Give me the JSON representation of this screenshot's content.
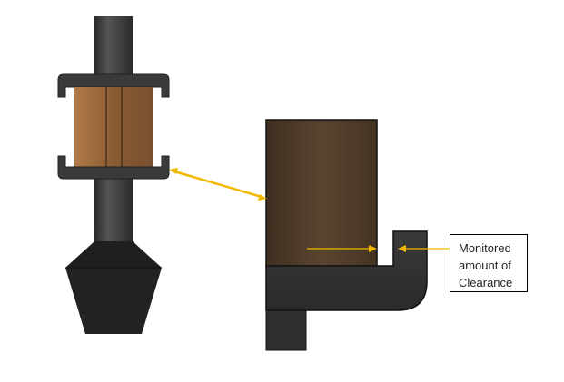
{
  "callout": {
    "lines": [
      "Monitored",
      "amount of",
      "Clearance"
    ]
  },
  "colors": {
    "arrow": "#f5b800",
    "metal": "#333333",
    "copper": "#9a6a3c",
    "wood_zoom": "#4a3826"
  }
}
